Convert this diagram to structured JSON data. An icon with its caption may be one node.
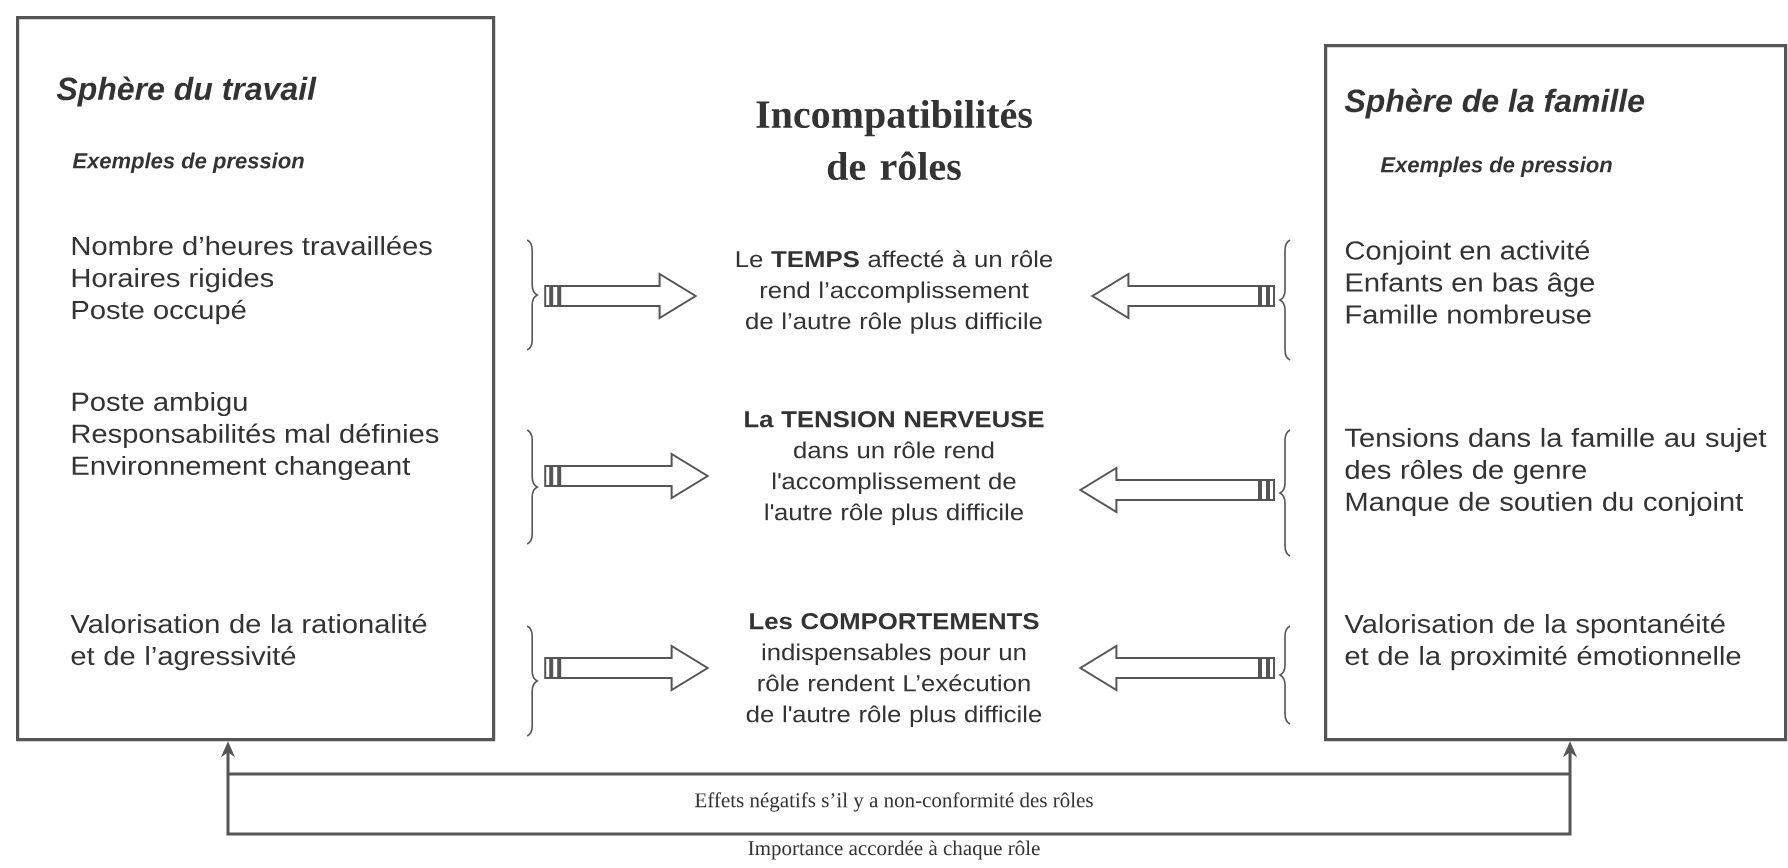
{
  "diagram": {
    "title": "Incompatibilités de rôles",
    "nodes": [
      {
        "text": [
          "Sphère du travail",
          "Exemples de pression"
        ]
      },
      {
        "text": [
          "Nombre d’heures travaillées",
          "Horaires rigides",
          "Poste occupé"
        ],
        "in": 0
      },
      {
        "text": [
          "Poste ambigu",
          "Responsabilités mal définies",
          "Environnement changeant"
        ],
        "in": 0
      },
      {
        "text": [
          "Valorisation de la rationalité et de l’agressivité"
        ],
        "in": 0
      },
      {
        "text": [
          "Sphère de la famille",
          "Exemples de pression"
        ]
      },
      {
        "text": [
          "Conjoint en activité",
          "Enfants en bas âge",
          "Famille nombreuse"
        ],
        "in": 4
      },
      {
        "text": [
          "Tensions dans la famille au sujet des rôles de genre",
          "Manque de soutien du conjoint"
        ],
        "in": 4
      },
      {
        "text": [
          "Valorisation de la spontanéité et de la proximité émotionnelle"
        ],
        "in": 4
      },
      {
        "text": [
          "Le **TEMPS** affecté à un rôle rend l’accomplissement de l’autre rôle plus difficile"
        ]
      },
      {
        "text": [
          "La TENSION NERVEUSE",
          "dans un rôle rend l'accomplissement de l'autre rôle plus difficile"
        ]
      },
      {
        "text": [
          "Les COMPORTEMENTS",
          "indispensables pour un rôle rendent L’exécution de l'autre rôle plus difficile"
        ]
      },
      {
        "text": [
          "Importance accordée à chaque rôle"
        ]
      }
    ],
    "edges": [
      {
        "from": 1,
        "to": 8,
        "arrow": "to"
      },
      {
        "from": 2,
        "to": 9,
        "arrow": "to"
      },
      {
        "from": 3,
        "to": 10,
        "arrow": "to"
      },
      {
        "from": 5,
        "to": 8,
        "arrow": "to"
      },
      {
        "from": 6,
        "to": 9,
        "arrow": "to"
      },
      {
        "from": 7,
        "to": 10,
        "arrow": "to"
      },
      {
        "from": 11,
        "to": 0,
        "arrow": "to"
      },
      {
        "from": 11,
        "to": 4,
        "arrow": "to"
      }
    ],
    "labels": [
      "Effets négatifs s’il y a non-conformité des rôles"
    ]
  }
}
